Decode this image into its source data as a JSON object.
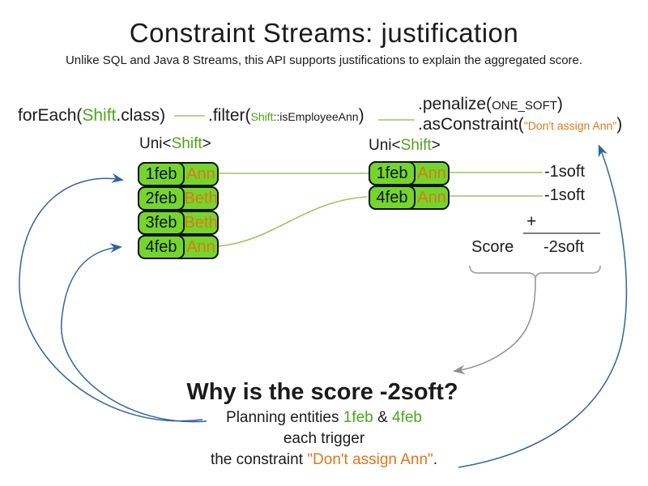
{
  "title": "Constraint Streams: justification",
  "subtitle": "Unlike SQL and Java 8 Streams, this API supports justifications to explain the aggregated score.",
  "code": {
    "foreach_prefix": "forEach(",
    "foreach_class": "Shift",
    "foreach_suffix": ".class)",
    "filter_prefix": ".filter(",
    "filter_class": "Shift",
    "filter_method": "::isEmployeeAnn",
    "filter_suffix": ")",
    "penalize_prefix": ".penalize(",
    "penalize_arg": "ONE_SOFT",
    "penalize_suffix": ")",
    "asconstraint_prefix": ".asConstraint(",
    "asconstraint_arg": "\"Don't assign Ann\"",
    "asconstraint_suffix": ")"
  },
  "uni_left": {
    "prefix": "Uni<",
    "type": "Shift",
    "suffix": ">"
  },
  "uni_right": {
    "prefix": "Uni<",
    "type": "Shift",
    "suffix": ">"
  },
  "left_group": {
    "rows": [
      {
        "date": "1feb",
        "employee": "Ann"
      },
      {
        "date": "2feb",
        "employee": "Beth"
      },
      {
        "date": "3feb",
        "employee": "Beth"
      },
      {
        "date": "4feb",
        "employee": "Ann"
      }
    ]
  },
  "right_group": {
    "rows": [
      {
        "date": "1feb",
        "employee": "Ann"
      },
      {
        "date": "4feb",
        "employee": "Ann"
      }
    ]
  },
  "scores": {
    "penalty_1": "-1soft",
    "penalty_2": "-1soft",
    "plus_sign": "+",
    "score_label": "Score",
    "total": "-2soft"
  },
  "why": {
    "heading": "Why is the score -2soft?",
    "line1_prefix": "Planning entities ",
    "line1_entity1": "1feb",
    "line1_amp": " & ",
    "line1_entity2": "4feb",
    "line2": "each trigger",
    "line3_prefix": "the constraint ",
    "line3_constraint": "\"Don't assign Ann\"",
    "line3_suffix": "."
  },
  "colors": {
    "box_green": "#74d62c",
    "green_text": "#4fa41d",
    "connector_green": "#9cc569",
    "orange_text": "#e2751c",
    "arrow_blue": "#33639f",
    "sum_gray": "#7f7f7f",
    "brace_gray": "#a6a6a6"
  }
}
